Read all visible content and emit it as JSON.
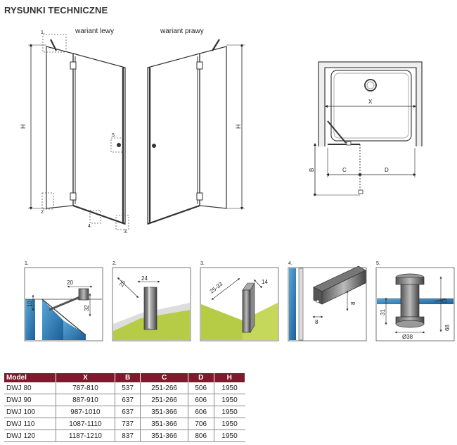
{
  "title": "RYSUNKI TECHNICZNE",
  "views": {
    "left_label": "wariant lewy",
    "right_label": "wariant prawy",
    "height_label": "H",
    "callouts": [
      "1.",
      "2.",
      "3.",
      "4.",
      "5."
    ]
  },
  "plan": {
    "x_label": "X",
    "b_label": "B",
    "c_label": "C",
    "d_label": "D"
  },
  "details": [
    {
      "num": "1.",
      "dims": [
        "20",
        "10",
        "32"
      ]
    },
    {
      "num": "2.",
      "dims": [
        "25",
        "24"
      ]
    },
    {
      "num": "3.",
      "dims": [
        "25-33",
        "14"
      ]
    },
    {
      "num": "4.",
      "dims": [
        "8",
        "8"
      ]
    },
    {
      "num": "5.",
      "dims": [
        "31",
        "Ø38",
        "68"
      ]
    }
  ],
  "table": {
    "headers": [
      "Model",
      "X",
      "B",
      "C",
      "D",
      "H"
    ],
    "rows": [
      [
        "DWJ 80",
        "787-810",
        "537",
        "251-266",
        "506",
        "1950"
      ],
      [
        "DWJ 90",
        "887-910",
        "637",
        "251-266",
        "606",
        "1950"
      ],
      [
        "DWJ 100",
        "987-1010",
        "637",
        "351-366",
        "606",
        "1950"
      ],
      [
        "DWJ 110",
        "1087-1110",
        "737",
        "351-366",
        "706",
        "1950"
      ],
      [
        "DWJ 120",
        "1187-1210",
        "837",
        "351-366",
        "806",
        "1950"
      ]
    ]
  }
}
